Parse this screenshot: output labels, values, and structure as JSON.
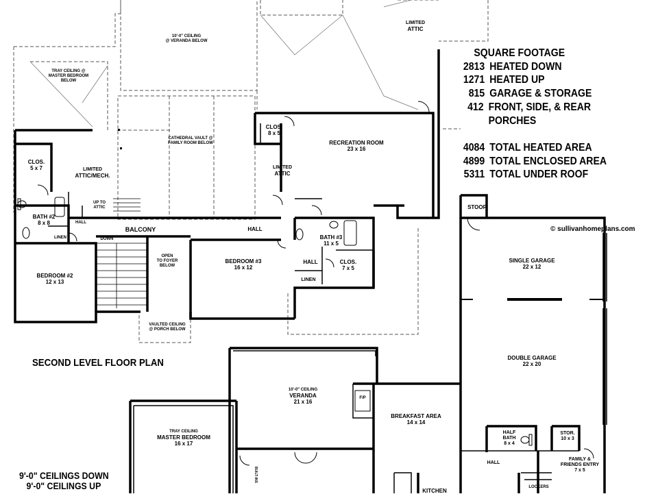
{
  "plan_title": "SECOND LEVEL FLOOR PLAN",
  "ceilings": [
    "9'-0\" CEILINGS DOWN",
    "9'-0\" CEILINGS UP"
  ],
  "website": "© sullivanhomeplans.com",
  "square_footage": {
    "title": "SQUARE FOOTAGE",
    "rows": [
      {
        "value": "2813",
        "label": "HEATED DOWN"
      },
      {
        "value": "1271",
        "label": "HEATED UP"
      },
      {
        "value": "815",
        "label": "GARAGE & STORAGE"
      },
      {
        "value": "412",
        "label": "FRONT, SIDE, & REAR PORCHES"
      },
      {
        "value": "4084",
        "label": "TOTAL HEATED AREA"
      },
      {
        "value": "4899",
        "label": "TOTAL ENCLOSED AREA"
      },
      {
        "value": "5311",
        "label": "TOTAL UNDER ROOF"
      }
    ]
  },
  "labels": {
    "limited_attic_top": [
      "LIMITED",
      "ATTIC"
    ],
    "ceiling_veranda_below": [
      "10'-0\" CEILING",
      "@ VERANDA BELOW"
    ],
    "tray_ceiling_master_below": [
      "TRAY CEILING @",
      "MASTER BEDROOM",
      "BELOW"
    ],
    "cathedral_vault": [
      "CATHEDRAL VAULT @",
      "FAMILY ROOM BELOW"
    ],
    "clos_5x7": [
      "CLOS.",
      "5 x 7"
    ],
    "limited_attic_mech": [
      "LIMITED",
      "ATTIC/MECH."
    ],
    "bath2": [
      "BATH #2",
      "8 x 8"
    ],
    "up_to_attic": [
      "UP TO",
      "ATTIC"
    ],
    "hall_left": "HALL",
    "linen_left": "LINEN",
    "balcony": "BALCONY",
    "down": "DOWN",
    "open_to_foyer": [
      "OPEN",
      "TO FOYER",
      "BELOW"
    ],
    "bedroom2": [
      "BEDROOM #2",
      "12 x 13"
    ],
    "vaulted_porch": [
      "VAULTED CEILING",
      "@ PORCH BELOW"
    ],
    "clos_8x5": [
      "CLOS.",
      "8 x 5"
    ],
    "recreation_room": [
      "RECREATION ROOM",
      "23 x 16"
    ],
    "limited_attic_mid": [
      "LIMITED",
      "ATTIC"
    ],
    "hall_mid": "HALL",
    "bedroom3": [
      "BEDROOM #3",
      "16 x 12"
    ],
    "bath3": [
      "BATH #3",
      "11 x 5"
    ],
    "hall_small": "HALL",
    "linen_mid": "LINEN",
    "clos_7x5": [
      "CLOS.",
      "7 x 5"
    ],
    "stoop": "STOOP",
    "single_garage": [
      "SINGLE GARAGE",
      "22 x 12"
    ],
    "double_garage": [
      "DOUBLE GARAGE",
      "22 x 20"
    ],
    "veranda": [
      "10'-0\" CEILING",
      "VERANDA",
      "21 x 16"
    ],
    "fp": "F/P",
    "breakfast_area": [
      "BREAKFAST AREA",
      "14 x 14"
    ],
    "half_bath": [
      "HALF",
      "BATH",
      "8 x 4"
    ],
    "stor": [
      "STOR.",
      "10 x 3"
    ],
    "hall_lower": "HALL",
    "family_entry": [
      "FAMILY &",
      "FRIENDS ENTRY",
      "7 x 5"
    ],
    "lockers": "LOCKERS",
    "master_bedroom": [
      "TRAY CEILING",
      "MASTER BEDROOM",
      "16 x 17"
    ],
    "built_ins": "BUILT-INS",
    "kitchen": "KITCHEN"
  }
}
